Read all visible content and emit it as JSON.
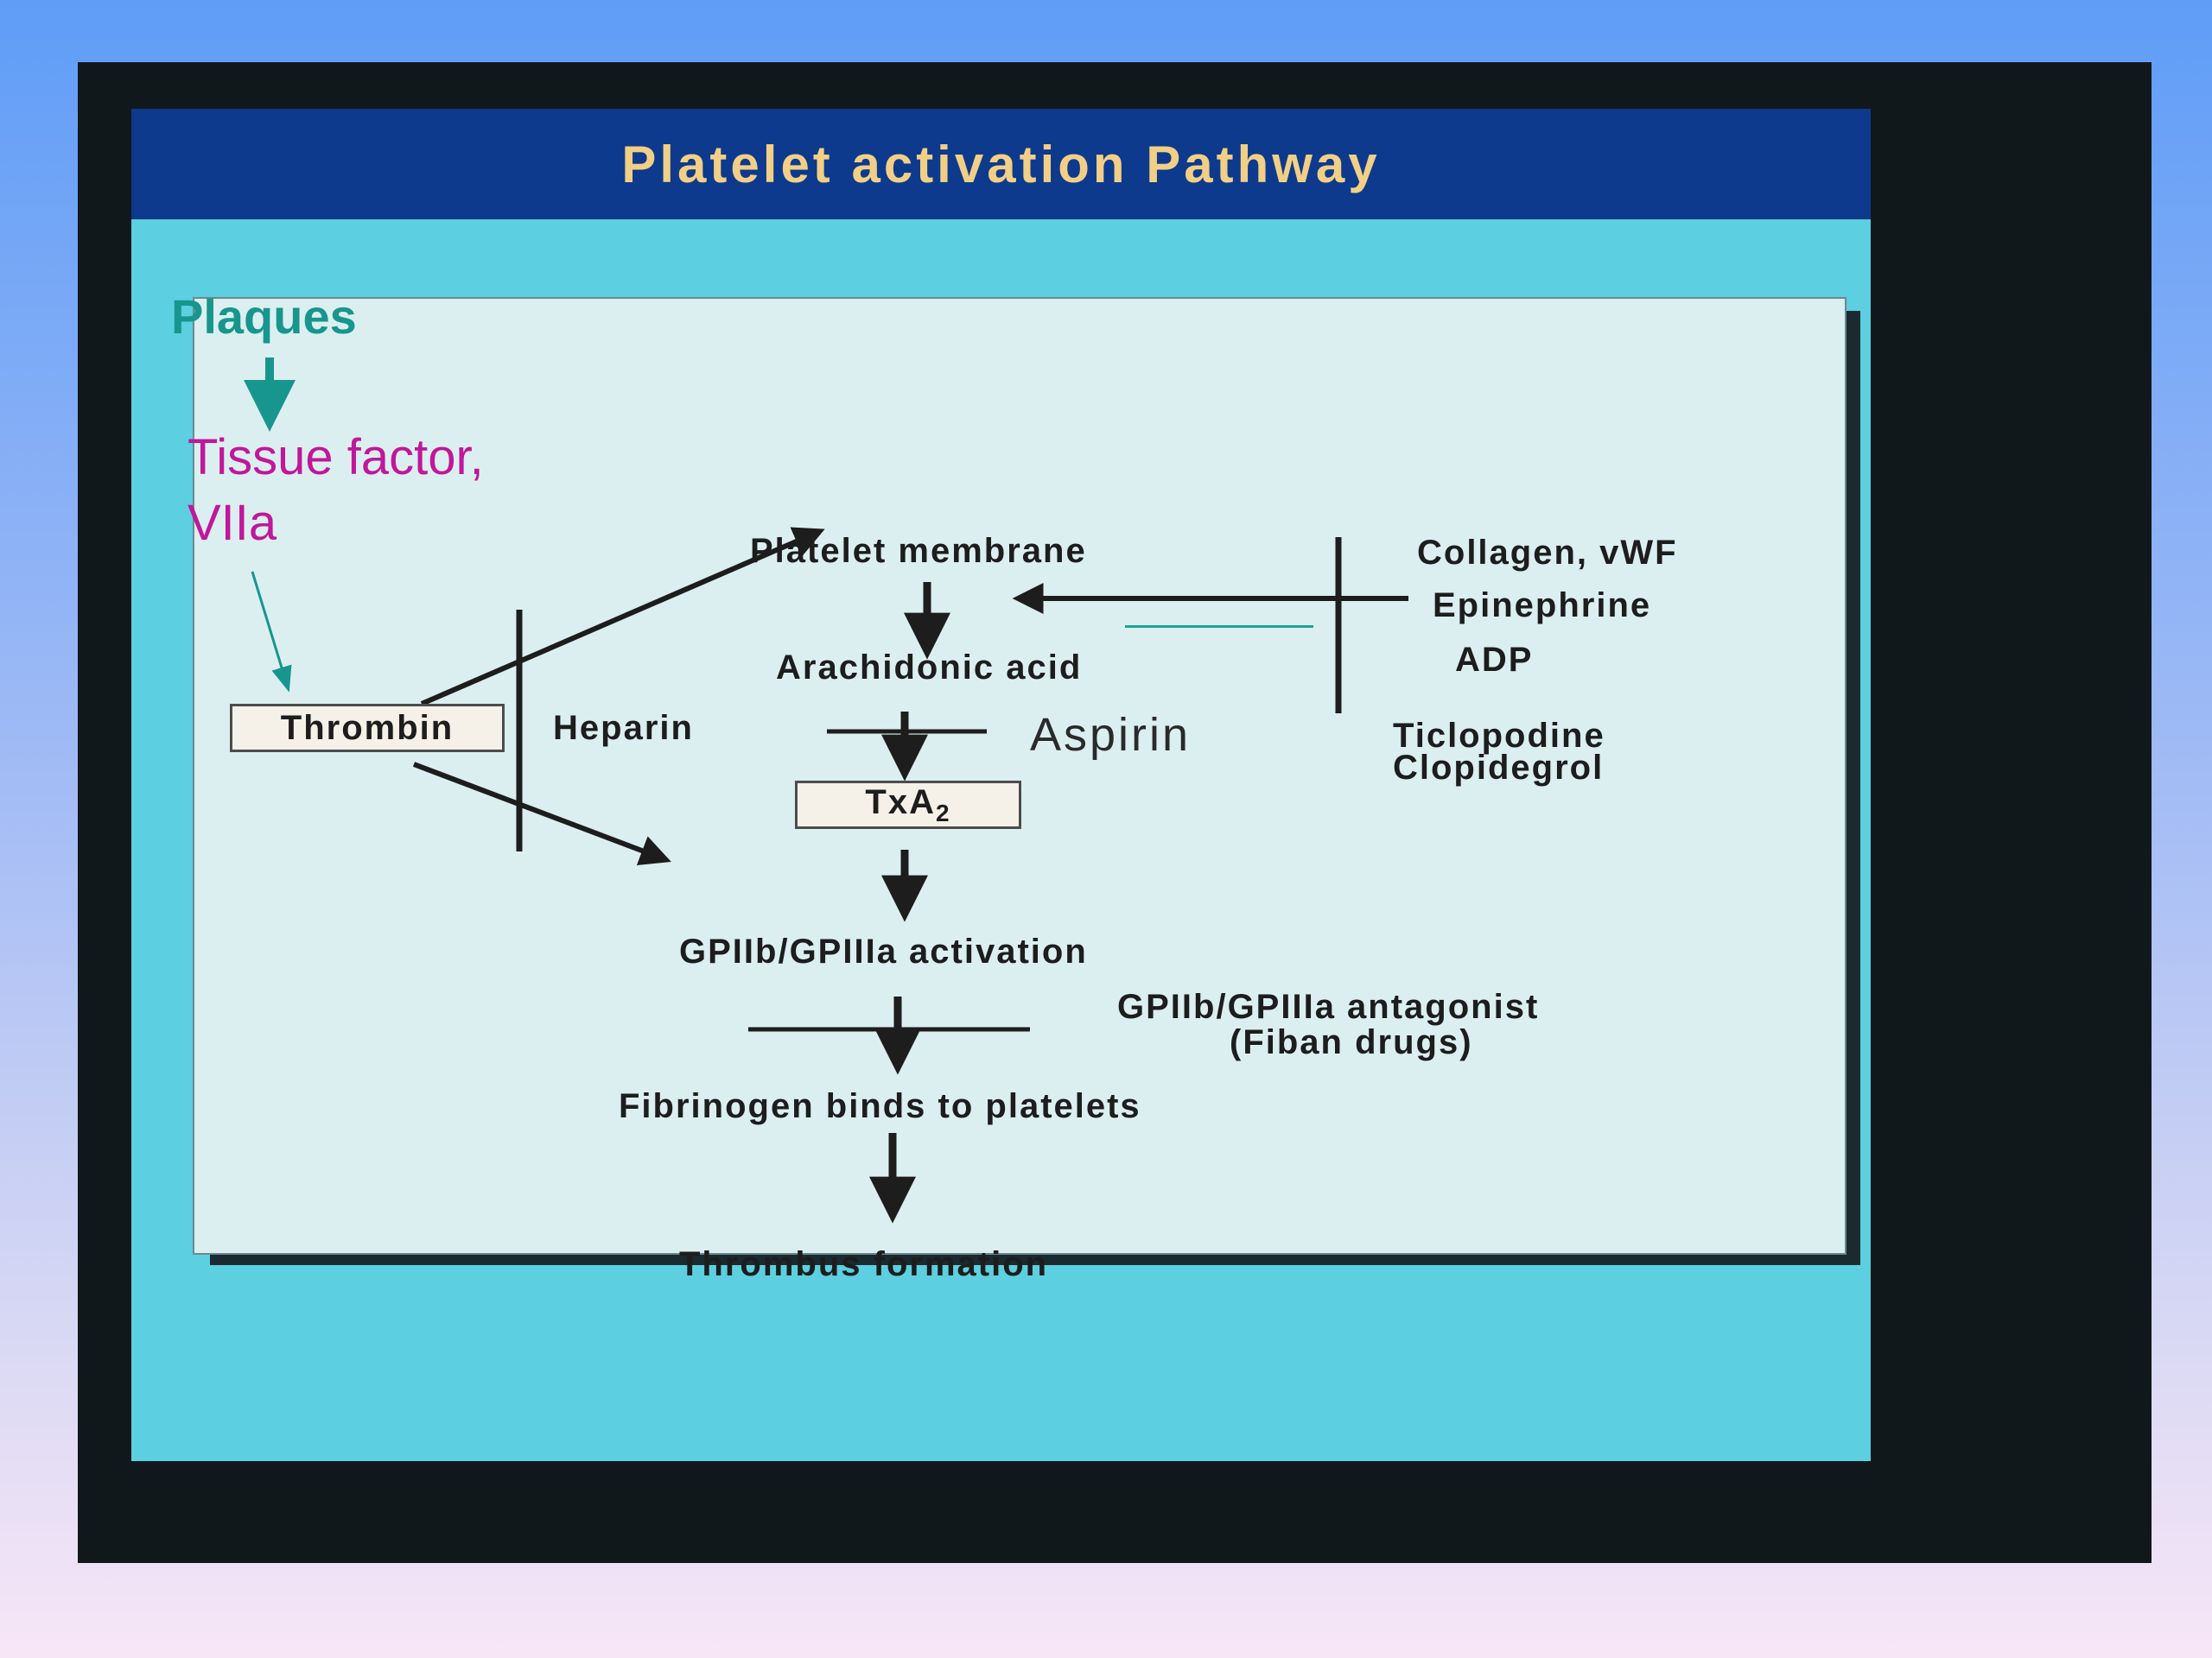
{
  "title": "Platelet activation Pathway",
  "annotations": {
    "plaques": "Plaques",
    "tissue_factor_line1": "Tissue factor,",
    "tissue_factor_line2": "VIIa"
  },
  "nodes": {
    "platelet_membrane": "Platelet membrane",
    "arachidonic_acid": "Arachidonic acid",
    "txa2_base": "TxA",
    "txa2_sub": "2",
    "gp_activation": "GPIIb/GPIIIa activation",
    "fibrinogen": "Fibrinogen binds to platelets",
    "thrombus": "Thrombus formation",
    "thrombin": "Thrombin"
  },
  "agonists": {
    "collagen": "Collagen, vWF",
    "epinephrine": "Epinephrine",
    "adp": "ADP"
  },
  "inhibitors": {
    "heparin": "Heparin",
    "aspirin": "Aspirin",
    "ticlopodine": "Ticlopodine",
    "clopidegrol": "Clopidegrol",
    "gp_antagonist_line1": "GPIIb/GPIIIa antagonist",
    "gp_antagonist_line2": "(Fiban drugs)"
  },
  "colors": {
    "background_top": "#5f9df7",
    "background_bottom": "#f7e6f6",
    "title_bar": "#0d3a8c",
    "title_text": "#f2cf86",
    "screen": "#5ccfe0",
    "panel": "#dceff0",
    "plaques": "#17968e",
    "tissue_factor": "#c0179b"
  }
}
